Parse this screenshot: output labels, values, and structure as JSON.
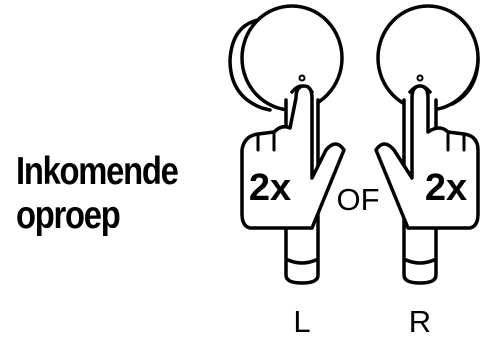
{
  "caption": {
    "line1": "Inkomende",
    "line2": "oproep"
  },
  "left": {
    "tap": "2x",
    "side": "L"
  },
  "right": {
    "tap": "2x",
    "side": "R"
  },
  "separator": "OF",
  "colors": {
    "stroke": "#000000",
    "fill": "#ffffff"
  }
}
